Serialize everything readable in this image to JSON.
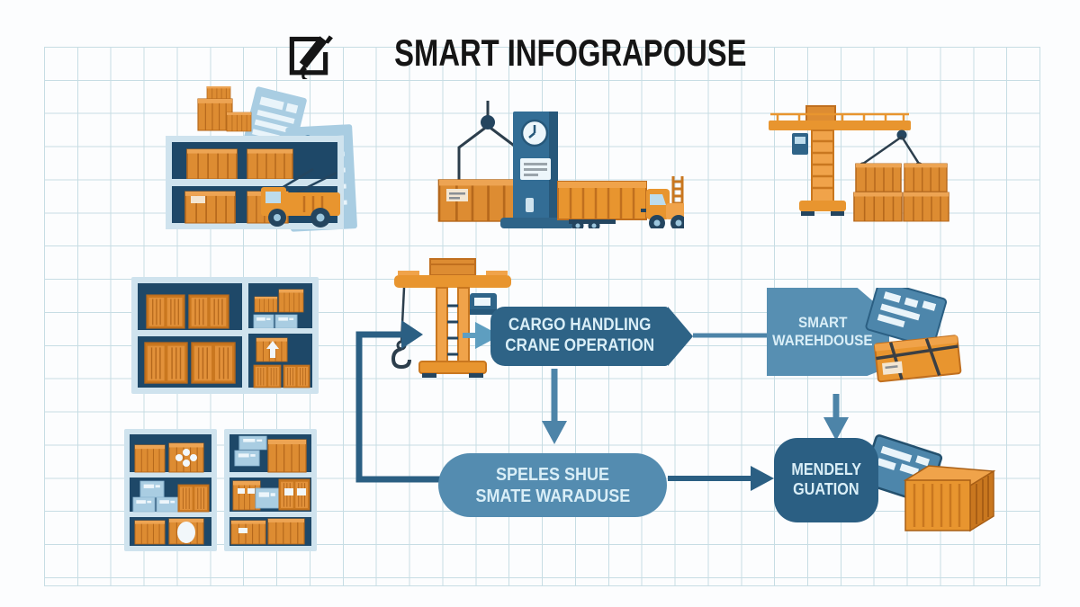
{
  "title": {
    "text": "SMART INFOGRAPOUSE",
    "icon": "edit-note-icon"
  },
  "nodes": {
    "cargo": {
      "line1": "CARGO HANDLING",
      "line2": "CRANE OPERATION"
    },
    "smart": {
      "line1": "SMART",
      "line2": "WAREHDOUSE"
    },
    "speles": {
      "line1": "SPELES SHUE",
      "line2": "SMATE WARADUSE"
    },
    "mendely": {
      "line1": "MENDELY",
      "line2": "GUATION"
    }
  },
  "illustrations": {
    "top_left": "warehouse-with-boxes-and-truck",
    "top_center": "cargo-terminal-machine-container-truck",
    "top_right": "tower-crane-lifting-crates",
    "mid_left": "storage-locker-shelves",
    "bottom_left": "warehouse-shelves-with-boxes",
    "mid_center": "gantry-crane-with-hook",
    "smart_side": "scanner-card-and-parcel",
    "mendely_side": "scanner-card-and-container"
  },
  "colors": {
    "background": "#fcfdfe",
    "grid_line": "#c7dde4",
    "title_black": "#151515",
    "node_dark_blue": "#2e6386",
    "node_mid_blue": "#548cb0",
    "arrow_mid_blue": "#4d84a8",
    "arrow_light_blue": "#5e9ec0",
    "navy_interior": "#1e4868",
    "orange": "#e8952f",
    "orange_dark": "#c06f1f",
    "panel_light_blue": "#a9cde2",
    "node_text": "#d9eef7"
  }
}
